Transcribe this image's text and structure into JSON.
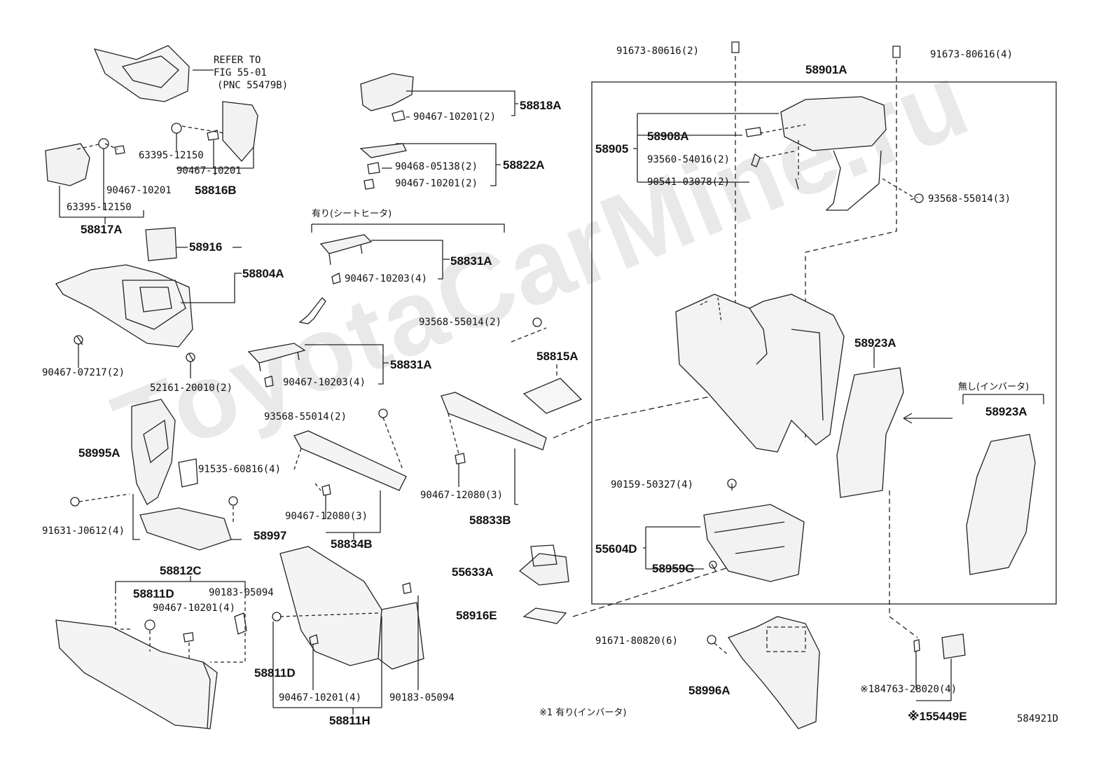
{
  "diagram": {
    "watermark": "ToyotaCarMine.ru",
    "figure_id": "584921D",
    "refer_note": {
      "line1": "REFER TO",
      "line2": "FIG 55-01",
      "line3": "(PNC 55479B)"
    },
    "conditions": {
      "with_seat_heater": "有り(シートヒータ)",
      "without_inverter": "無し(インバータ)",
      "note1_with_inverter": "※1 有り(インバータ)"
    },
    "parts": {
      "p58817A": "58817A",
      "p58816B": "58816B",
      "p63395_12150_a": "63395-12150",
      "p63395_12150_b": "63395-12150",
      "p90467_10201_a": "90467-10201",
      "p90467_10201_b": "90467-10201",
      "p58916": "58916",
      "p58804A": "58804A",
      "p90467_07217": "90467-07217(2)",
      "p52161_20010": "52161-20010(2)",
      "p58818A": "58818A",
      "p90467_10201_c": "90467-10201(2)",
      "p58822A": "58822A",
      "p90468_05138": "90468-05138(2)",
      "p90467_10201_d": "90467-10201(2)",
      "p58831A_a": "58831A",
      "p90467_10203_a": "90467-10203(4)",
      "p58831A_b": "58831A",
      "p90467_10203_b": "90467-10203(4)",
      "p93568_55014_a": "93568-55014(2)",
      "p93568_55014_b": "93568-55014(2)",
      "p58815A": "58815A",
      "p91673_80616_a": "91673-80616(2)",
      "p91673_80616_b": "91673-80616(4)",
      "p58901A": "58901A",
      "p58905": "58905",
      "p58908A": "58908A",
      "p93560_54016": "93560-54016(2)",
      "p90541_03078": "90541-03078(2)",
      "p93568_55014_c": "93568-55014(3)",
      "p58923A_a": "58923A",
      "p58923A_b": "58923A",
      "p58995A": "58995A",
      "p91535_60816": "91535-60816(4)",
      "p91631_J0612": "91631-J0612(4)",
      "p58997": "58997",
      "p90467_12080_a": "90467-12080(3)",
      "p58834B": "58834B",
      "p90467_12080_b": "90467-12080(3)",
      "p58833B": "58833B",
      "p90159_50327": "90159-50327(4)",
      "p55604D": "55604D",
      "p58959G": "58959G",
      "p58812C": "58812C",
      "p58811D_a": "58811D",
      "p90183_05094_a": "90183-05094",
      "p90467_10201_e": "90467-10201(4)",
      "p58811D_b": "58811D",
      "p90467_10201_f": "90467-10201(4)",
      "p90183_05094_b": "90183-05094",
      "p58811H": "58811H",
      "p55633A": "55633A",
      "p58916E": "58916E",
      "p91671_80820": "91671-80820(6)",
      "p58996A": "58996A",
      "p184763_28020": "※184763-28020(4)",
      "p55449E": "※155449E"
    }
  }
}
